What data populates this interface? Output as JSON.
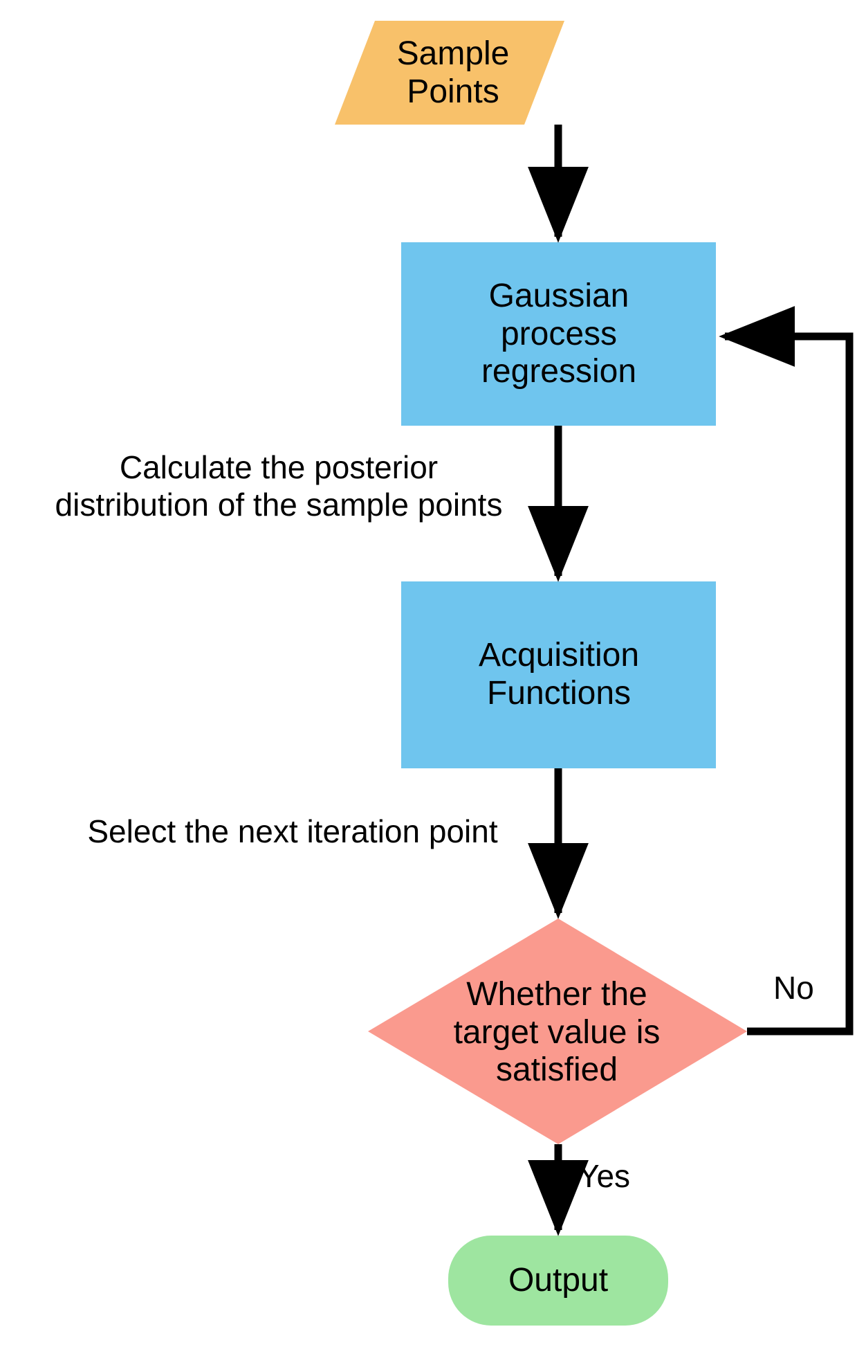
{
  "diagram": {
    "title": "Bayesian optimization flowchart",
    "background_color": "#ffffff",
    "line_color": "#000000",
    "text_color": "#000000",
    "colors": {
      "input_orange": "#F8C16A",
      "process_blue": "#6FC5EE",
      "decision_salmon": "#FA9A8E",
      "terminator_green": "#9EE5A0",
      "stroke": "#000000"
    },
    "nodes": [
      {
        "id": "sample-points",
        "shape": "parallelogram",
        "role": "input",
        "label": "Sample\nPoints",
        "fill": "#F8C16A"
      },
      {
        "id": "gaussian-process-regression",
        "shape": "rectangle",
        "role": "process",
        "label": "Gaussian\nprocess\nregression",
        "fill": "#6FC5EE"
      },
      {
        "id": "acquisition-functions",
        "shape": "rectangle",
        "role": "process",
        "label": "Acquisition\nFunctions",
        "fill": "#6FC5EE"
      },
      {
        "id": "target-value-decision",
        "shape": "diamond",
        "role": "decision",
        "label": "Whether the\ntarget value is\nsatisfied",
        "fill": "#FA9A8E"
      },
      {
        "id": "output",
        "shape": "rounded-rectangle",
        "role": "terminator",
        "label": "Output",
        "fill": "#9EE5A0"
      }
    ],
    "edges": [
      {
        "id": "sample-to-gpr",
        "from": "sample-points",
        "to": "gaussian-process-regression",
        "label": ""
      },
      {
        "id": "gpr-to-acquisition",
        "from": "gaussian-process-regression",
        "to": "acquisition-functions",
        "label": "Calculate the posterior\ndistribution of the sample points"
      },
      {
        "id": "acquisition-to-decision",
        "from": "acquisition-functions",
        "to": "target-value-decision",
        "label": "Select the next iteration point"
      },
      {
        "id": "decision-no-feedback",
        "from": "target-value-decision",
        "to": "gaussian-process-regression",
        "label": "No"
      },
      {
        "id": "decision-yes-to-output",
        "from": "target-value-decision",
        "to": "output",
        "label": "Yes"
      }
    ]
  }
}
